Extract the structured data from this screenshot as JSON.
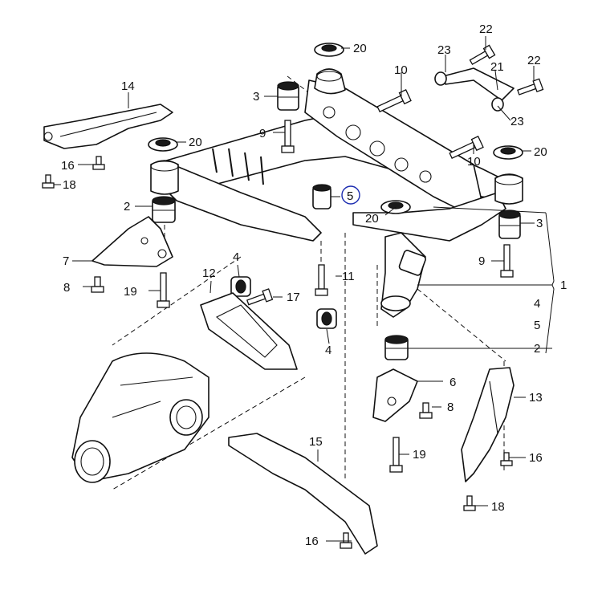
{
  "callouts": {
    "n1": "1",
    "n2": "2",
    "n3": "3",
    "n4": "4",
    "n5": "5",
    "n6": "6",
    "n7": "7",
    "n8": "8",
    "n9": "9",
    "n10": "10",
    "n11": "11",
    "n12": "12",
    "n13": "13",
    "n14": "14",
    "n15": "15",
    "n16": "16",
    "n17": "17",
    "n18": "18",
    "n19": "19",
    "n20": "20",
    "n21": "21",
    "n22": "22",
    "n23": "23"
  },
  "highlight": {
    "part": "5",
    "color": "#1a2bb0"
  }
}
